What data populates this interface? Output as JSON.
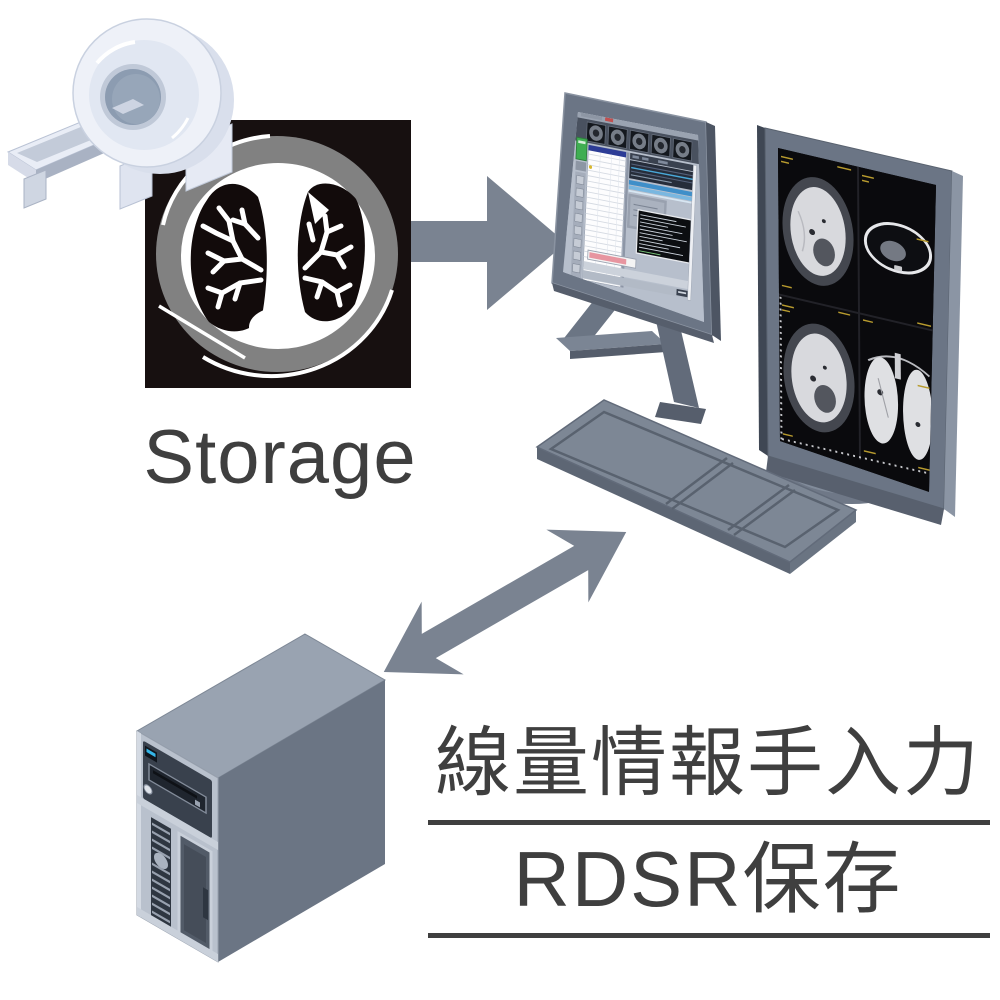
{
  "diagram": {
    "storage": {
      "label": "Storage"
    },
    "captions": {
      "line1": "線量情報手入力",
      "line2": "RDSR保存"
    },
    "icons": [
      {
        "name": "ct-scanner-icon",
        "meaning": "CT scanner (modality)"
      },
      {
        "name": "ct-lung-image-icon",
        "meaning": "CT lung slice tile representing image storage"
      },
      {
        "name": "right-arrow-icon",
        "meaning": "image flow from storage to workstation"
      },
      {
        "name": "dual-monitor-workstation-icon",
        "meaning": "reading workstation with worklist monitor and diagnostic monitor"
      },
      {
        "name": "keyboard-icon",
        "meaning": "workstation keyboard"
      },
      {
        "name": "bidirectional-arrow-icon",
        "meaning": "two-way communication between workstation and server"
      },
      {
        "name": "server-tower-icon",
        "meaning": "dose management server"
      }
    ],
    "colors": {
      "arrow": "#7a8391",
      "caption_text": "#3f3f3f",
      "storage_bg": "#171010",
      "body_gray": "#818181",
      "monitor_bezel": "#6b7585",
      "monitor_dark_edge": "#434b58",
      "worklist_screen_bg": "#b7bfcc",
      "diagnostic_screen_bg": "#0a0a0d",
      "keyboard_gray": "#7d8795",
      "server_top": "#99a3b1",
      "server_side": "#6b7584",
      "server_front": "#b9c1cd",
      "server_panel_dark": "#39414d",
      "led_blue": "#35b6e8",
      "green_button": "#3fae52",
      "progress_pink": "#e795a0",
      "worklist_header_blue": "#2c3c96",
      "toolbar_blue": "#3f8fc9",
      "annotation_yellow": "#b89b2e"
    }
  }
}
